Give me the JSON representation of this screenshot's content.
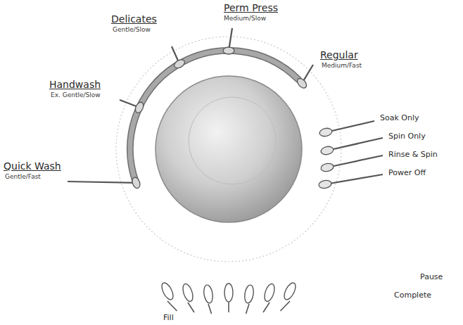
{
  "diagram": {
    "labels": [
      "Perm Press",
      "Medium/Slow",
      "Delicates",
      "Gentle/Slow",
      "Regular",
      "Medium/Fast",
      "Handwash",
      "Ex. Gentle/Slow",
      "Quick Wash",
      "Gentle/Fast",
      "Soak Only",
      "Spin Only",
      "Rinse & Spin",
      "Power Off",
      "Pause",
      "Complete",
      "Fill"
    ]
  }
}
